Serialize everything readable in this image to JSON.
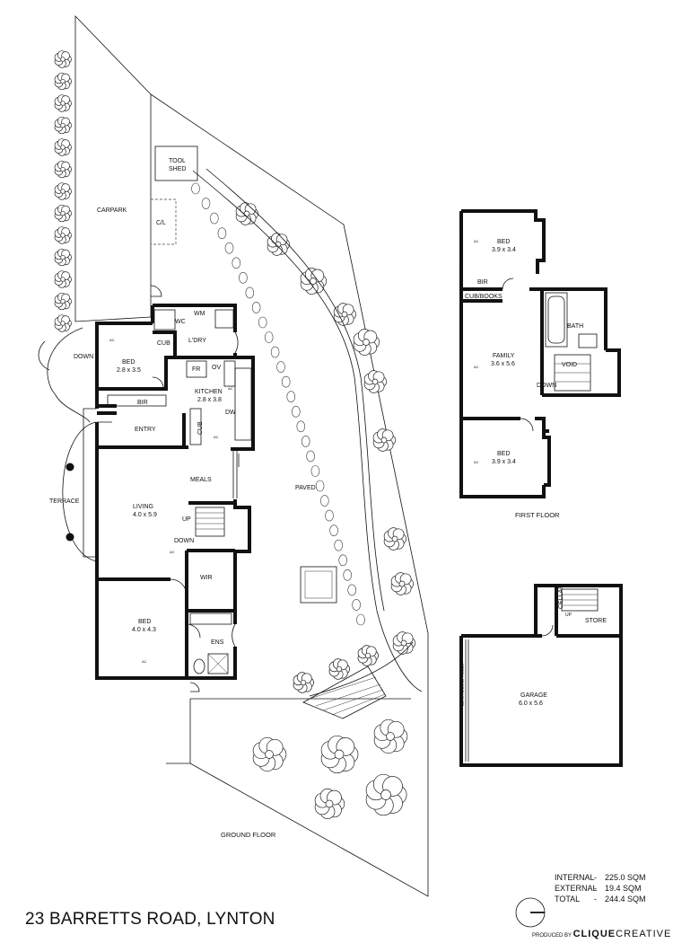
{
  "ground_floor": {
    "title": "GROUND FLOOR",
    "rooms": {
      "carpark": "CARPARK",
      "tool_shed_1": "TOOL",
      "tool_shed_2": "SHED",
      "cl": "C/L",
      "wc": "WC",
      "wm": "WM",
      "cub1": "CUB",
      "ldry": "L'DRY",
      "bed1": "BED",
      "bed1_size": "2.8 x 3.5",
      "bir1": "BIR",
      "fr": "FR",
      "ov": "OV",
      "kitchen": "KITCHEN",
      "kitchen_size": "2.8 x 3.8",
      "dw": "DW",
      "cub2": "CUB",
      "entry": "ENTRY",
      "meals": "MEALS",
      "living": "LIVING",
      "living_size": "4.0 x 5.9",
      "up": "UP",
      "down1": "DOWN",
      "down2": "DOWN",
      "terrace": "TERRACE",
      "wir": "WIR",
      "bed2": "BED",
      "bed2_size": "4.0 x 4.3",
      "ens": "ENS",
      "paved": "PAVED",
      "ac": "AC"
    }
  },
  "first_floor": {
    "title": "FIRST FLOOR",
    "rooms": {
      "bed1": "BED",
      "bed1_size": "3.9 x 3.4",
      "bir": "BIR",
      "cub_books": "CUB/BOOKS",
      "bath": "BATH",
      "family": "FAMILY",
      "family_size": "3.6 x 5.6",
      "void": "VOID",
      "down": "DOWN",
      "bed2": "BED",
      "bed2_size": "3.9 x 3.4"
    }
  },
  "lower": {
    "cellar": "CELLAR",
    "store": "STORE",
    "up": "UP",
    "garage": "GARAGE",
    "garage_size": "6.0 x 5.6",
    "panel_door": "AUTO PANEL LIFT DOOR"
  },
  "address": "23 BARRETTS ROAD, LYNTON",
  "areas": [
    {
      "label": "INTERNAL",
      "value": "225.0 SQM"
    },
    {
      "label": "EXTERNAL",
      "value": "19.4 SQM"
    },
    {
      "label": "TOTAL",
      "value": "244.4 SQM"
    }
  ],
  "credit": {
    "prefix": "PRODUCED BY",
    "brand_bold": "CLIQUE",
    "brand": "CREATIVE"
  }
}
